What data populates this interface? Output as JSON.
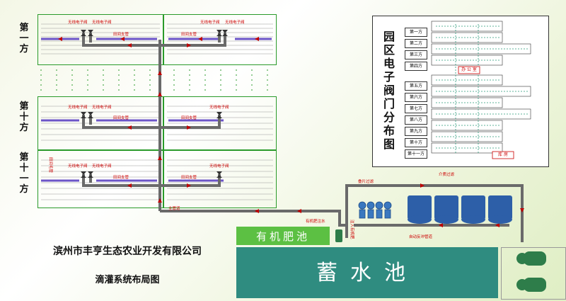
{
  "zones": {
    "first": "第\n一\n方",
    "tenth": "第\n十\n方",
    "eleventh": "第\n十\n一\n方"
  },
  "labels": {
    "valve": "无线电子阀",
    "branch_pipe": "田间支管",
    "field_hair_pipe": "田间毛管",
    "main_pipe": "主管道",
    "stacked_filter": "叠片过滤",
    "media_filter": "介质过滤",
    "fert_injection": "有机肥注水",
    "return_pipe": "注入有机肥",
    "auto_backwash": "自动反冲管道"
  },
  "legend": {
    "title": "园\n区\n电\n子\n阀\n门\n分\n布\n图",
    "office": "办 公 室",
    "warehouse": "库 房",
    "zone_names": [
      "第一方",
      "第二方",
      "第三方",
      "第四方",
      "第五方",
      "第六方",
      "第七方",
      "第八方",
      "第九方",
      "第十方",
      "第十一方"
    ]
  },
  "fertilizer_pool": "有机肥池",
  "water_tank": "蓄水池",
  "company": "滨州市丰亨生态农业开发有限公司",
  "subtitle": "滴灌系统布局图",
  "colors": {
    "plot_border": "#2a9a2a",
    "main_pipe": "#6a6a6a",
    "flow_arrow": "#c00000",
    "lateral": "#6c55c8",
    "tank": "#2f8c80",
    "fert_pool": "#5cc043",
    "filter": "#2d5fa8"
  }
}
